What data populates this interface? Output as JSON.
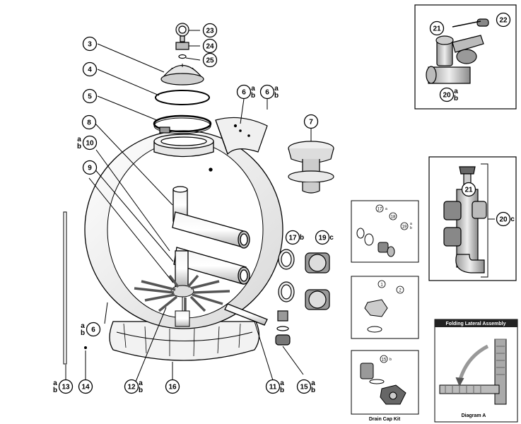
{
  "callouts": {
    "c3": {
      "num": "3"
    },
    "c4": {
      "num": "4"
    },
    "c5": {
      "num": "5"
    },
    "c6a": {
      "num": "6",
      "sub": "a\nb"
    },
    "c6b": {
      "num": "6",
      "sub": "a\nb"
    },
    "c6c": {
      "num": "6",
      "sub": "a\nb"
    },
    "c7": {
      "num": "7"
    },
    "c8": {
      "num": "8"
    },
    "c9": {
      "num": "9"
    },
    "c10": {
      "num": "10",
      "sub": "a\nb"
    },
    "c11": {
      "num": "11",
      "sub": "a\nb"
    },
    "c12": {
      "num": "12",
      "sub": "a\nb"
    },
    "c13": {
      "num": "13",
      "sub": "a\nb"
    },
    "c14": {
      "num": "14"
    },
    "c15": {
      "num": "15",
      "sub": "a\nb"
    },
    "c16": {
      "num": "16"
    },
    "c17": {
      "num": "17",
      "sub": "b"
    },
    "c19": {
      "num": "19",
      "sub": "c"
    },
    "c20a": {
      "num": "20",
      "sub": "a\nb"
    },
    "c20b": {
      "num": "20",
      "sub": "c"
    },
    "c21a": {
      "num": "21"
    },
    "c21b": {
      "num": "21"
    },
    "c22": {
      "num": "22"
    },
    "c23": {
      "num": "23"
    },
    "c24": {
      "num": "24"
    },
    "c25": {
      "num": "25"
    }
  },
  "kits": {
    "union_kit": {
      "n17": "17",
      "s17": "a",
      "n18": "18",
      "n19": "19",
      "s19": "a\nb"
    },
    "closure_kit": {
      "n1": "1",
      "n2": "2"
    },
    "drain_cap_kit": {
      "caption": "Drain Cap Kit",
      "n15": "15",
      "s15": "b"
    },
    "folding_lateral": {
      "title": "Folding Lateral Assembly",
      "caption": "Diagram A"
    }
  },
  "colors": {
    "line": "#000000",
    "fill": "#ffffff",
    "shade": "#d9d9d9",
    "dark": "#555555",
    "title_bar": "#222222"
  }
}
